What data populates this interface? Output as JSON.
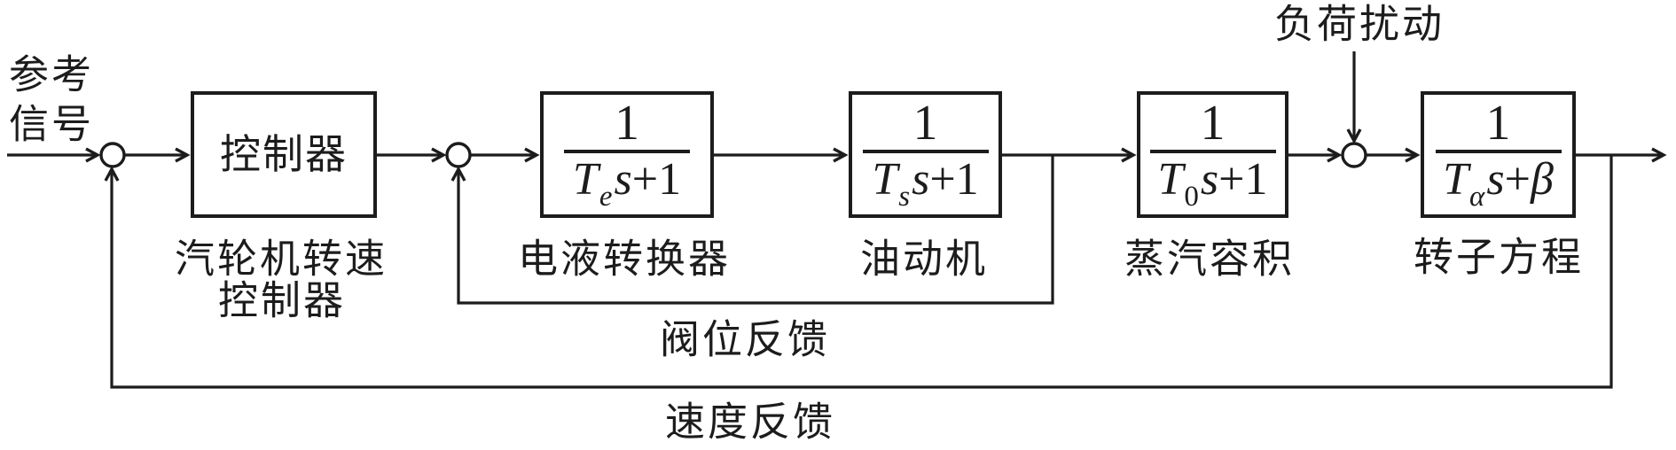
{
  "diagram": {
    "colors": {
      "line": "#1c1c1c",
      "background": "#ffffff"
    },
    "reference_signal": {
      "line1": "参考",
      "line2": "信号"
    },
    "load_disturbance_label": "负荷扰动",
    "controller_block": {
      "text": "控制器",
      "caption_line1": "汽轮机转速",
      "caption_line2": "控制器"
    },
    "tf_blocks": [
      {
        "numerator": "1",
        "den_T": "T",
        "den_sub": "e",
        "den_s": "s",
        "den_tail": "+1",
        "caption": "电液转换器"
      },
      {
        "numerator": "1",
        "den_T": "T",
        "den_sub": "s",
        "den_s": "s",
        "den_tail": "+1",
        "caption": "油动机"
      },
      {
        "numerator": "1",
        "den_T": "T",
        "den_sub": "0",
        "den_s": "s",
        "den_tail": "+1",
        "caption": "蒸汽容积"
      },
      {
        "numerator": "1",
        "den_T": "T",
        "den_sub": "α",
        "den_s": "s",
        "den_tail_plus": "+",
        "den_tail_var": "β",
        "caption": "转子方程"
      }
    ],
    "feedback_labels": {
      "valve": "阀位反馈",
      "speed": "速度反馈"
    }
  }
}
